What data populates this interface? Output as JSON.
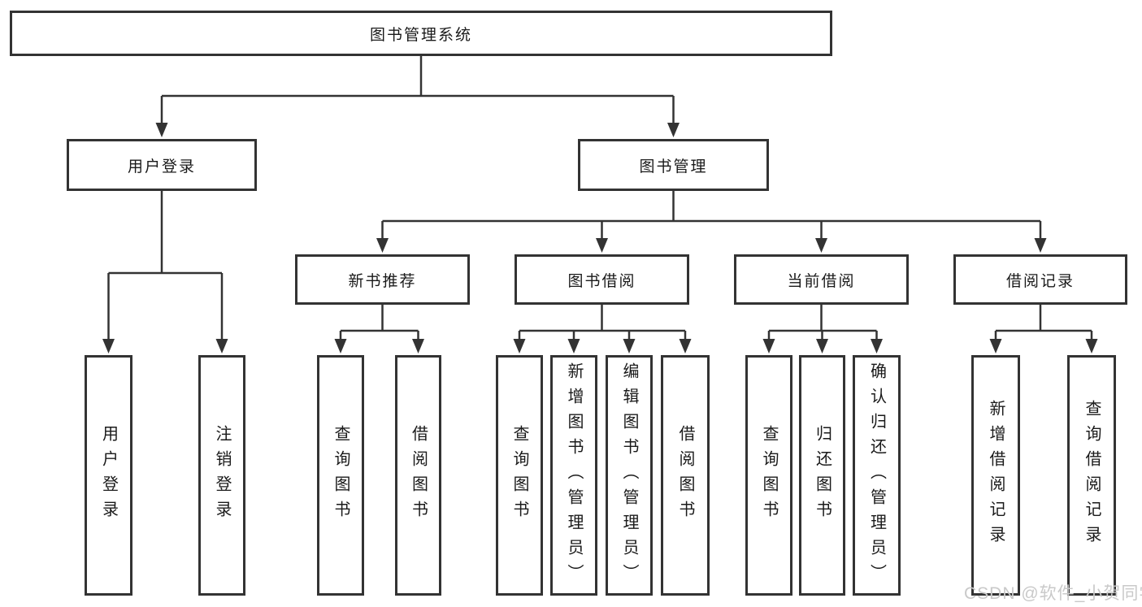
{
  "diagram": {
    "root": {
      "label": "图书管理系统"
    },
    "level2": [
      {
        "label": "用户登录"
      },
      {
        "label": "图书管理"
      }
    ],
    "level3": [
      {
        "label": "新书推荐"
      },
      {
        "label": "图书借阅"
      },
      {
        "label": "当前借阅"
      },
      {
        "label": "借阅记录"
      }
    ],
    "leaves": {
      "user_login": [
        {
          "label": "用户登录"
        },
        {
          "label": "注销登录"
        }
      ],
      "new_books": [
        {
          "label": "查询图书"
        },
        {
          "label": "借阅图书"
        }
      ],
      "book_borrow": [
        {
          "label": "查询图书"
        },
        {
          "label": "新增图书（管理员）"
        },
        {
          "label": "编辑图书（管理员）"
        },
        {
          "label": "借阅图书"
        }
      ],
      "current_borrow": [
        {
          "label": "查询图书"
        },
        {
          "label": "归还图书"
        },
        {
          "label": "确认归还（管理员）"
        }
      ],
      "borrow_records": [
        {
          "label": "新增借阅记录"
        },
        {
          "label": "查询借阅记录"
        }
      ]
    }
  },
  "watermark": {
    "text": "CSDN @软件_小贺同学"
  },
  "colors": {
    "line": "#333333",
    "box_border": "#333333",
    "text": "#1a1a1a",
    "background": "#ffffff",
    "watermark": "#c9c9c9"
  }
}
